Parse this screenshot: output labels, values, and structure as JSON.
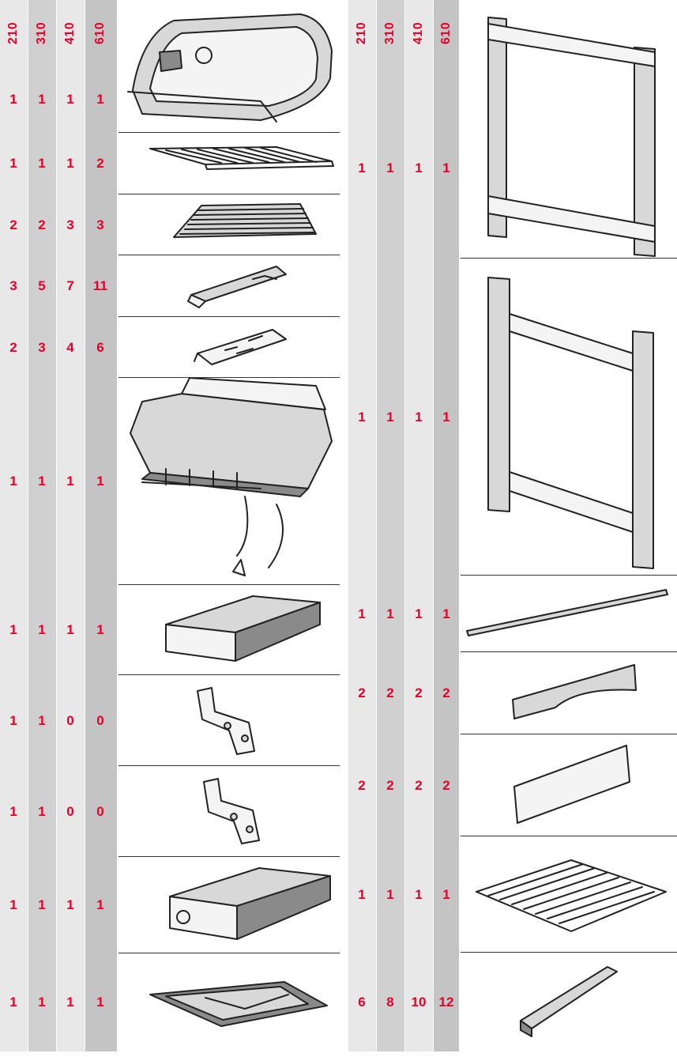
{
  "models": [
    "210",
    "310",
    "410",
    "610"
  ],
  "accent_color": "#e4002b",
  "left_parts": [
    {
      "icon": "grill-lid-icon",
      "qty": [
        "1",
        "1",
        "1",
        "1"
      ]
    },
    {
      "icon": "warming-rack-icon",
      "qty": [
        "1",
        "1",
        "1",
        "2"
      ]
    },
    {
      "icon": "cooking-grate-icon",
      "qty": [
        "2",
        "2",
        "3",
        "3"
      ]
    },
    {
      "icon": "flavorizer-bar-icon",
      "qty": [
        "3",
        "5",
        "7",
        "11"
      ]
    },
    {
      "icon": "heat-deflector-icon",
      "qty": [
        "2",
        "3",
        "4",
        "6"
      ]
    },
    {
      "icon": "cookbox-burner-assembly-icon",
      "qty": [
        "1",
        "1",
        "1",
        "1"
      ]
    },
    {
      "icon": "side-table-icon",
      "qty": [
        "1",
        "1",
        "1",
        "1"
      ]
    },
    {
      "icon": "right-bracket-icon",
      "qty": [
        "1",
        "1",
        "0",
        "0"
      ]
    },
    {
      "icon": "left-bracket-icon",
      "qty": [
        "1",
        "1",
        "0",
        "0"
      ]
    },
    {
      "icon": "control-panel-table-icon",
      "qty": [
        "1",
        "1",
        "1",
        "1"
      ]
    },
    {
      "icon": "grease-tray-icon",
      "qty": [
        "1",
        "1",
        "1",
        "1"
      ]
    }
  ],
  "right_parts": [
    {
      "icon": "rear-frame-icon",
      "qty": [
        "1",
        "1",
        "1",
        "1"
      ]
    },
    {
      "icon": "front-frame-icon",
      "qty": [
        "1",
        "1",
        "1",
        "1"
      ]
    },
    {
      "icon": "axle-rod-icon",
      "qty": [
        "1",
        "1",
        "1",
        "1"
      ]
    },
    {
      "icon": "side-rail-icon",
      "qty": [
        "2",
        "2",
        "2",
        "2"
      ]
    },
    {
      "icon": "back-panel-icon",
      "qty": [
        "2",
        "2",
        "2",
        "2"
      ]
    },
    {
      "icon": "bottom-shelf-rack-icon",
      "qty": [
        "1",
        "1",
        "1",
        "1"
      ]
    },
    {
      "icon": "leg-foot-icon",
      "qty": [
        "6",
        "8",
        "10",
        "12"
      ]
    }
  ]
}
